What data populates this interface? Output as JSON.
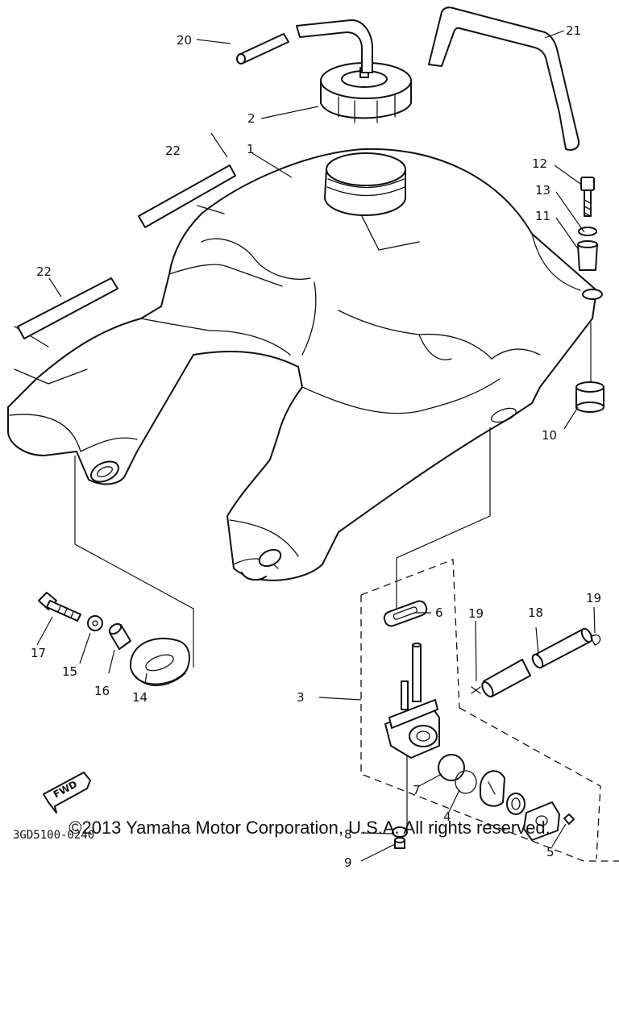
{
  "callouts": {
    "c1": "1",
    "c2": "2",
    "c3": "3",
    "c4": "4",
    "c5": "5",
    "c6": "6",
    "c7": "7",
    "c8": "8",
    "c9": "9",
    "c10": "10",
    "c11": "11",
    "c12": "12",
    "c13": "13",
    "c14": "14",
    "c15": "15",
    "c16": "16",
    "c17": "17",
    "c18": "18",
    "c19a": "19",
    "c19b": "19",
    "c20": "20",
    "c21": "21",
    "c22a": "22",
    "c22b": "22"
  },
  "fwd_label": "FWD",
  "diagram_code": "3GD5100-0240",
  "copyright": "©2013 Yamaha Motor Corporation, U.S.A. All rights reserved."
}
